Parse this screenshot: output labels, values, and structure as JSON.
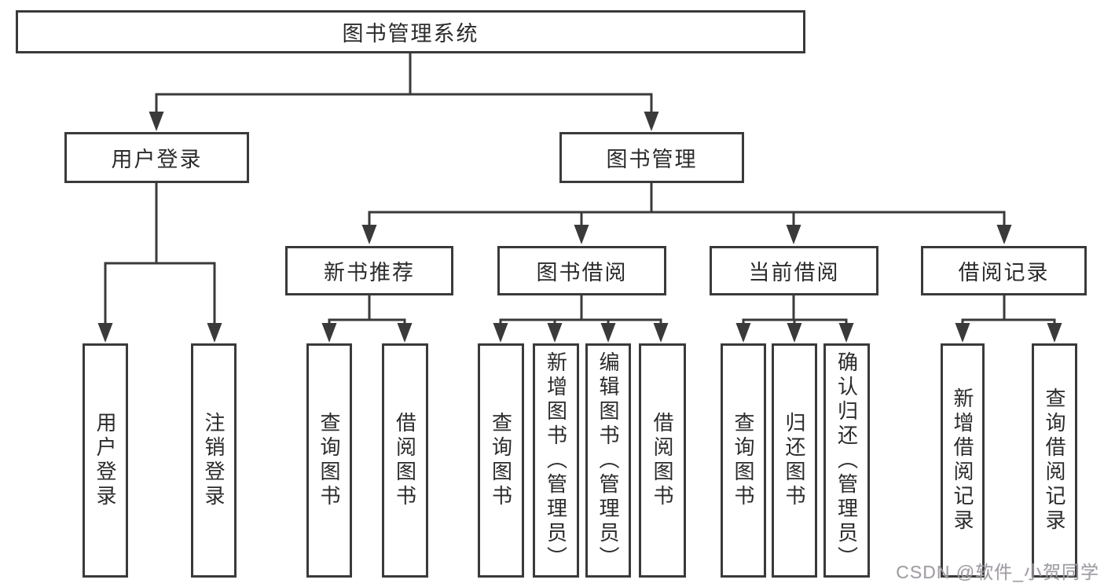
{
  "diagram": {
    "root": {
      "label": "图书管理系统"
    },
    "branches": [
      {
        "label": "用户登录",
        "children": [
          {
            "label": "用户登录"
          },
          {
            "label": "注销登录"
          }
        ]
      },
      {
        "label": "图书管理",
        "children": [
          {
            "label": "新书推荐",
            "children": [
              {
                "label": "查询图书"
              },
              {
                "label": "借阅图书"
              }
            ]
          },
          {
            "label": "图书借阅",
            "children": [
              {
                "label": "查询图书"
              },
              {
                "label": "新增图书（管理员）"
              },
              {
                "label": "编辑图书（管理员）"
              },
              {
                "label": "借阅图书"
              }
            ]
          },
          {
            "label": "当前借阅",
            "children": [
              {
                "label": "查询图书"
              },
              {
                "label": "归还图书"
              },
              {
                "label": "确认归还（管理员）"
              }
            ]
          },
          {
            "label": "借阅记录",
            "children": [
              {
                "label": "新增借阅记录"
              },
              {
                "label": "查询借阅记录"
              }
            ]
          }
        ]
      }
    ]
  },
  "watermark": {
    "text": "CSDN @软件_小贺同学"
  },
  "colors": {
    "line": "#3a3a3a",
    "text": "#2b2b2b",
    "box_background": "#ffffff",
    "page_background": "#ffffff",
    "watermark": "#9e9ea6"
  }
}
